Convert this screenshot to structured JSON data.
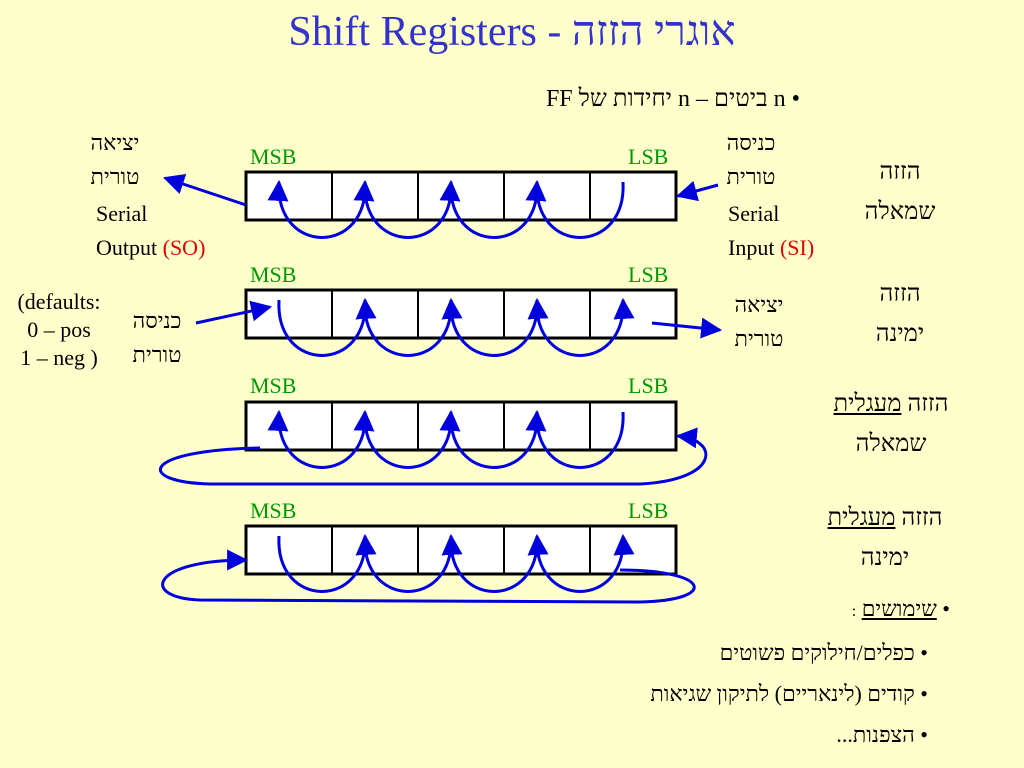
{
  "title": "Shift Registers - אוגרי הזזה",
  "intro_bullet": "• n ביטים – n יחידות של FF",
  "msb": "MSB",
  "lsb": "LSB",
  "left_shift": {
    "out_heb_1": "יציאה",
    "out_heb_2": "טורית",
    "out_en_1": "Serial",
    "out_en_2": "Output",
    "out_abbr": "(SO)",
    "in_heb_1": "כניסה",
    "in_heb_2": "טורית",
    "in_en_1": "Serial",
    "in_en_2": "Input",
    "in_abbr": "(SI)",
    "name_1": "הזזה",
    "name_2": "שמאלה"
  },
  "right_shift": {
    "defaults_1": "(defaults:",
    "defaults_2": "0 – pos",
    "defaults_3": "1 – neg   )",
    "in_heb_1": "כניסה",
    "in_heb_2": "טורית",
    "out_heb_1": "יציאה",
    "out_heb_2": "טורית",
    "name_1": "הזזה",
    "name_2": "ימינה"
  },
  "circ_left": {
    "name_1a": "הזזה",
    "name_1b": "מעגלית",
    "name_2": "שמאלה"
  },
  "circ_right": {
    "name_1a": "הזזה",
    "name_1b": "מעגלית",
    "name_2": "ימינה"
  },
  "uses": {
    "header": "שימושים",
    "colon": ":",
    "items": [
      "כפלים/חילוקים פשוטים",
      "קודים (לינאריים) לתיקון שגיאות",
      "הצפנות..."
    ]
  },
  "colors": {
    "background": "#ffffcc",
    "title": "#3333cc",
    "arrows": "#0000dd",
    "msb_lsb": "#009900",
    "accent_red": "#e00000"
  }
}
